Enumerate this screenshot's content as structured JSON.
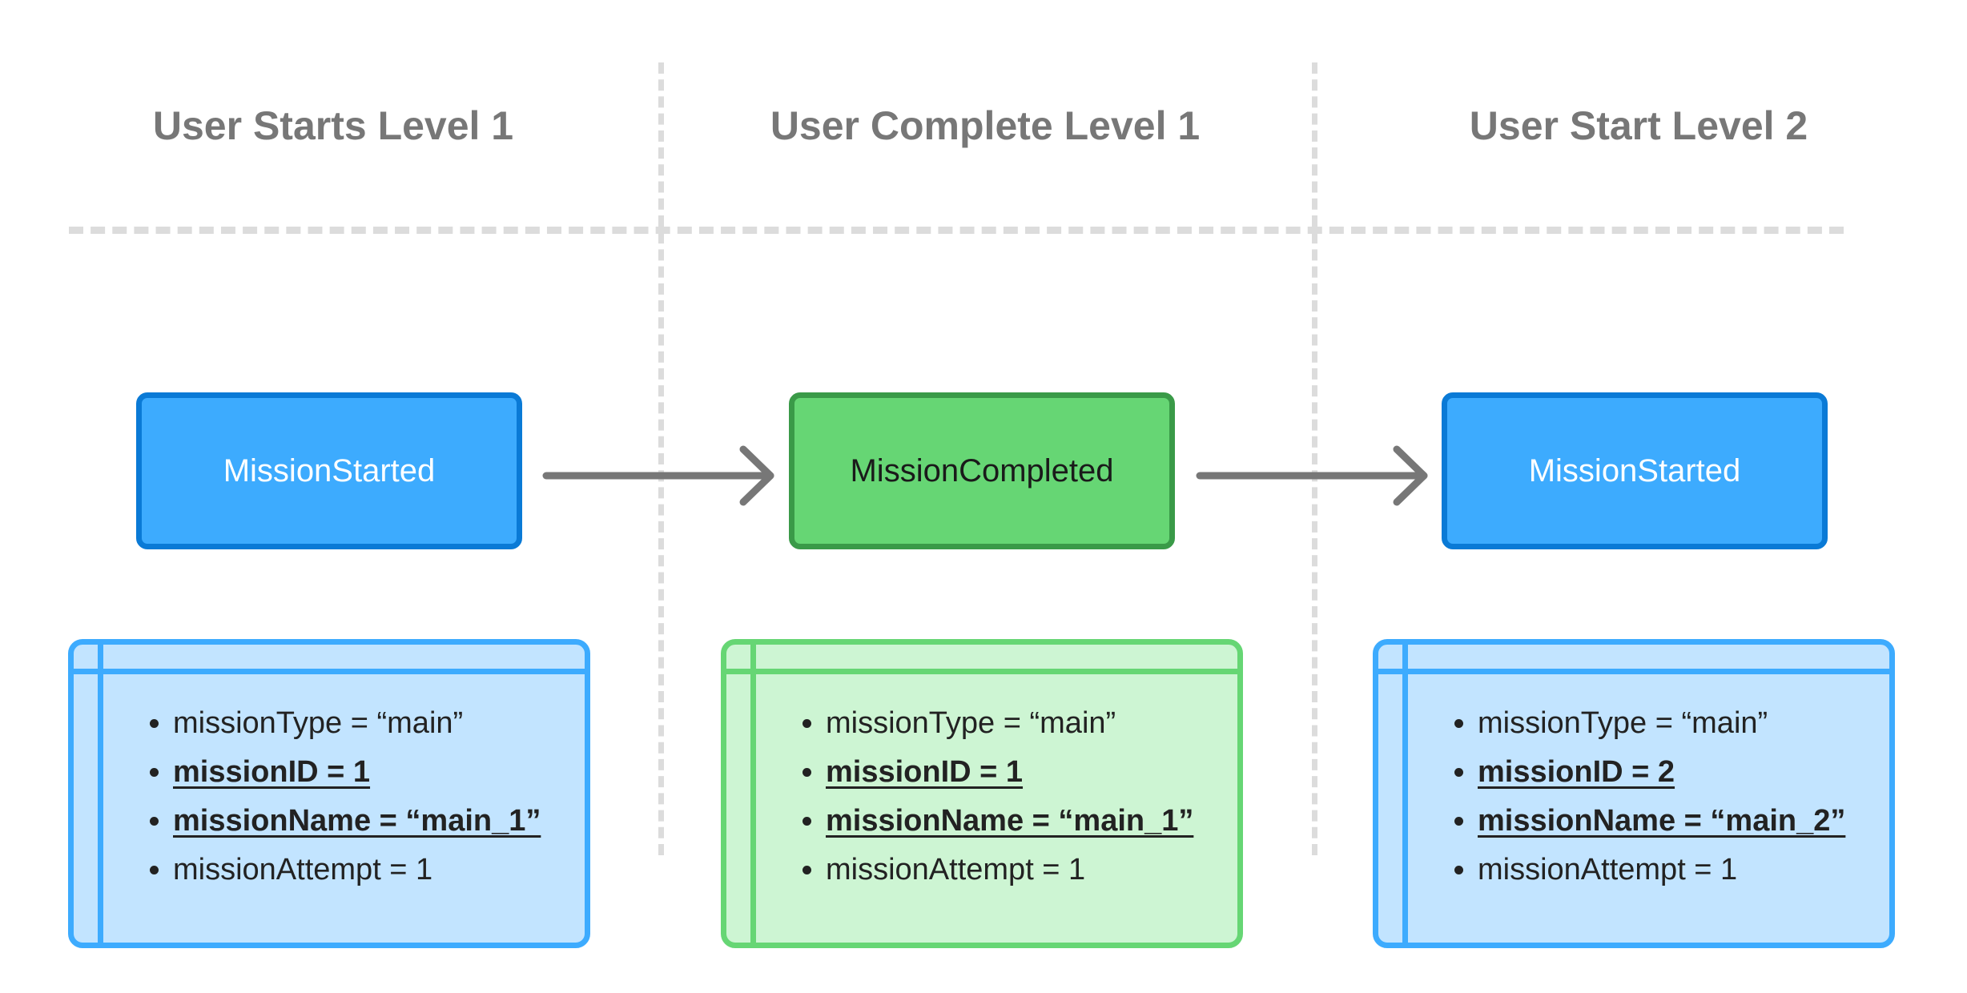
{
  "columns": [
    {
      "title": "User Starts Level 1",
      "event": "MissionStarted",
      "color": "#3dabfe",
      "props": [
        "missionType = “main”",
        "missionID = 1",
        "missionName = “main_1”",
        "missionAttempt = 1"
      ]
    },
    {
      "title": "User Complete Level 1",
      "event": "MissionCompleted",
      "color": "#66d674",
      "props": [
        "missionType = “main”",
        "missionID = 1",
        "missionName = “main_1”",
        "missionAttempt = 1"
      ]
    },
    {
      "title": "User Start Level 2",
      "event": "MissionStarted",
      "color": "#3dabfe",
      "props": [
        "missionType = “main”",
        "missionID = 2",
        "missionName = “main_2”",
        "missionAttempt = 1"
      ]
    }
  ],
  "colors": {
    "blue_fill": "#3dabfe",
    "blue_border": "#0a7ad6",
    "green_fill": "#66d674",
    "green_border": "#3a9a48",
    "arrow": "#777777",
    "divider": "#dcdcdc"
  }
}
